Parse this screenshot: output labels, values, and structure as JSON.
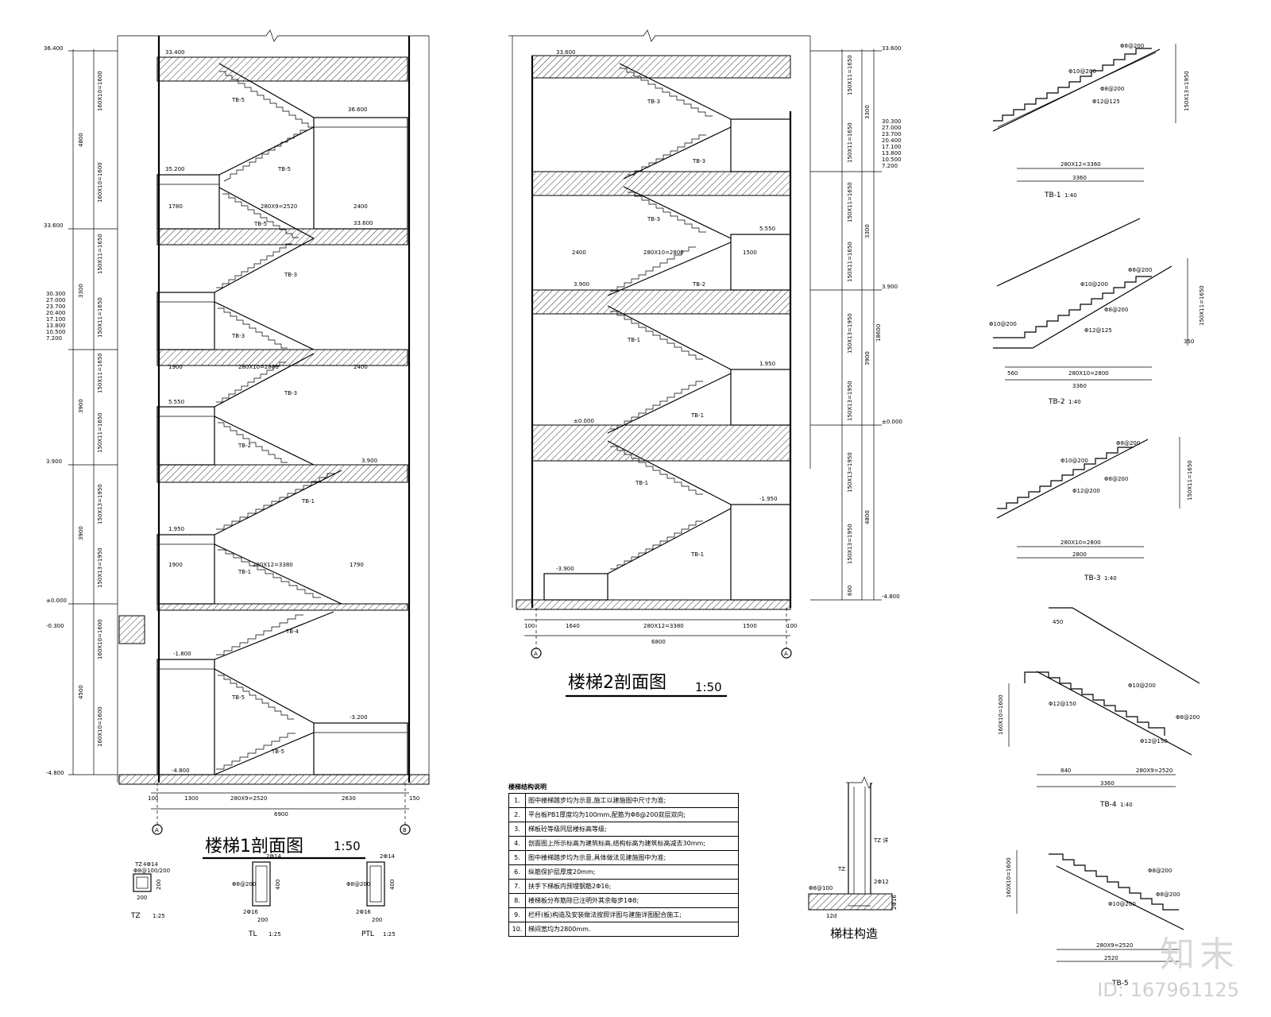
{
  "titles": {
    "stair1": "楼梯1剖面图",
    "stair1_scale": "1:50",
    "stair2": "楼梯2剖面图",
    "stair2_scale": "1:50",
    "tb1": "TB-1",
    "tb1_scale": "1:40",
    "tb2": "TB-2",
    "tb2_scale": "1:40",
    "tb3": "TB-3",
    "tb3_scale": "1:40",
    "tb4": "TB-4",
    "tb4_scale": "1:40",
    "tb5": "TB-5",
    "tz": "TZ",
    "tz_scale": "1:25",
    "tl": "TL",
    "tl_scale": "1:25",
    "ptl": "PTL",
    "ptl_scale": "1:25",
    "pile": "梯柱构造"
  },
  "notes": {
    "header": "楼梯结构说明",
    "items": [
      {
        "n": "1.",
        "t": "图中楼梯踏步均为示意,施工以建施图中尺寸为准;"
      },
      {
        "n": "2.",
        "t": "平台板PB1厚度均为100mm,配筋为Φ8@200双层双向;"
      },
      {
        "n": "3.",
        "t": "梯板砼等级同层楼标高等级;"
      },
      {
        "n": "4.",
        "t": "剖面图上所示标高为建筑标高,结构标高为建筑标高减去30mm;"
      },
      {
        "n": "5.",
        "t": "图中楼梯踏步均为示意,具体做法见建施图中为准;"
      },
      {
        "n": "6.",
        "t": "纵筋保护层厚度20mm;"
      },
      {
        "n": "7.",
        "t": "扶手下梯板内预埋钢筋2Φ16;"
      },
      {
        "n": "8.",
        "t": "楼梯板分布筋除已注明外其余每步1Φ8;"
      },
      {
        "n": "9.",
        "t": "栏杆(板)构造及安装做法按照详图与建施详图配合施工;"
      },
      {
        "n": "10.",
        "t": "梯间宽均为2800mm."
      }
    ]
  },
  "stair1": {
    "levels": [
      "36.400",
      "33.600",
      "30.300",
      "27.000",
      "23.700",
      "20.400",
      "17.100",
      "13.800",
      "10.500",
      "7.200",
      "3.900",
      "±0.000",
      "-0.300",
      "-4.800"
    ],
    "heights": [
      "160X10=1600",
      "160X10=1600",
      "150X11=1650",
      "150X11=1650",
      "150X11=1650",
      "150X11=1650",
      "150X13=1950",
      "150X13=1950",
      "160X10=1600",
      "160X10=1600"
    ],
    "floor_heights": [
      "4800",
      "3300",
      "3900",
      "3900",
      "4500"
    ],
    "bottom_dims": [
      "100",
      "1300",
      "280X9=2520",
      "2630",
      "150"
    ],
    "total": "6900",
    "flight_labels": [
      "TB-5",
      "TB-5",
      "TB-5",
      "TB-3",
      "TB-3",
      "TB-3",
      "TB-2",
      "TB-1",
      "TB-1",
      "TB-4",
      "TB-5",
      "TB-5"
    ],
    "mark_a": "A",
    "mark_b": "B",
    "elev_labels": [
      "33.400",
      "35.200",
      "36.600",
      "33.600",
      "5.550",
      "3.900",
      "1.950",
      "-1.800",
      "-3.200",
      "-4.800"
    ],
    "mid_dims": [
      "1780",
      "280X9=2520",
      "2400",
      "1900",
      "280X10=2800",
      "2400",
      "1900",
      "280X12=3380",
      "1790"
    ]
  },
  "stair2": {
    "levels": [
      "33.600",
      "30.300",
      "27.000",
      "23.700",
      "20.400",
      "17.100",
      "13.800",
      "10.500",
      "7.200",
      "3.900",
      "±0.000",
      "-4.800"
    ],
    "heights": [
      "150X11=1650",
      "150X11=1650",
      "150X11=1650",
      "150X11=1650",
      "150X13=1950",
      "150X13=1950",
      "150X13=1950",
      "150X13=1950"
    ],
    "floor_heights": [
      "3300",
      "3300",
      "3900",
      "4800",
      "600",
      "18600"
    ],
    "bottom_dims": [
      "100",
      "1640",
      "280X12=3380",
      "1500",
      "100"
    ],
    "total": "6800",
    "flight_labels": [
      "TB-3",
      "TB-3",
      "TB-3",
      "TB-2",
      "TB-1",
      "TB-1",
      "TB-1",
      "TB-1"
    ],
    "mark_a": "A",
    "mark_b": "A",
    "elev_labels": [
      "33.600",
      "5.550",
      "3.900",
      "1.950",
      "±0.000",
      "-1.950",
      "-3.900"
    ],
    "mid_dims": [
      "2400",
      "280X10=2800",
      "1500"
    ]
  },
  "details": {
    "tb1": {
      "run": "280X12=3360",
      "total": "3360",
      "rise": "150X13=1950",
      "bars": [
        "Φ8@200",
        "Φ10@200",
        "Φ8@200",
        "Φ12@125"
      ]
    },
    "tb2": {
      "run": "280X10=2800",
      "left": "560",
      "total": "3360",
      "rise": "150X11=1650",
      "right": "350",
      "bars": [
        "Φ8@200",
        "Φ10@200",
        "Φ8@200",
        "Φ12@125",
        "Φ10@200"
      ]
    },
    "tb3": {
      "run": "280X10=2800",
      "total": "2800",
      "rise": "150X11=1650",
      "bars": [
        "Φ8@200",
        "Φ10@200",
        "Φ8@200",
        "Φ12@200"
      ]
    },
    "tb4": {
      "run": "280X9=2520",
      "left": "840",
      "total": "3360",
      "rise": "160X10=1600",
      "top": "450",
      "bars": [
        "Φ10@200",
        "Φ12@150",
        "Φ8@200",
        "Φ12@150"
      ]
    },
    "tb5": {
      "run": "280X9=2520",
      "total": "2520",
      "rise": "160X10=1600",
      "bars": [
        "Φ8@200",
        "Φ8@200",
        "Φ10@200"
      ]
    },
    "tz": {
      "top": "TZ",
      "bars": "4Φ14",
      "stir": "Φ8@100/200",
      "w": "200",
      "h": "200"
    },
    "tl": {
      "top": "2Φ14",
      "stir": "Φ8@200",
      "bot": "2Φ16",
      "w": "200",
      "h": "400"
    },
    "ptl": {
      "top": "2Φ14",
      "stir": "Φ8@200",
      "bot": "2Φ16",
      "w": "200",
      "h": "400"
    },
    "pile": {
      "tz": "TZ",
      "bars": "2Φ12",
      "stir": "Φ8@100",
      "a": "12d",
      "b": "2Φ16",
      "tz2": "TZ 详"
    }
  },
  "watermark": {
    "logo": "知末",
    "id": "ID: 167961125"
  }
}
